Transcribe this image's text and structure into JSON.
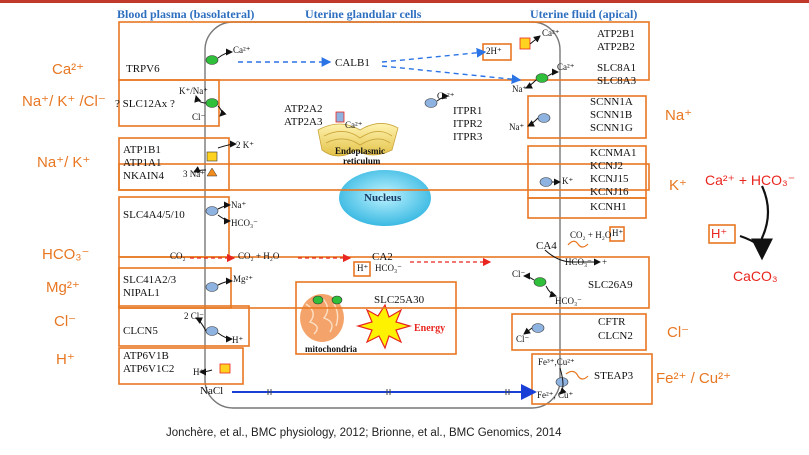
{
  "headers": {
    "basolateral": "Blood plasma (basolateral)",
    "cells": "Uterine glandular cells",
    "apical": "Uterine fluid (apical)"
  },
  "left_ions": [
    "Ca²⁺",
    "Na⁺/ K⁺ /Cl⁻",
    "Na⁺/ K⁺",
    "HCO₃⁻",
    "Mg²⁺",
    "Cl⁻",
    "H⁺"
  ],
  "right_ions": [
    "Na⁺",
    "K⁺",
    "Cl⁻",
    "Fe²⁺ / Cu²⁺"
  ],
  "precipitation": {
    "reactants": "Ca²⁺ + HCO₃⁻",
    "proton": "H⁺",
    "product": "CaCO₃"
  },
  "basolateral_genes": {
    "trpv6": "TRPV6",
    "slc12": "SLC12Ax ?",
    "atp1": [
      "ATP1B1",
      "ATP1A1",
      "NKAIN4"
    ],
    "slc4": "SLC4A4/5/10",
    "mg": [
      "SLC41A2/3",
      "NIPAL1"
    ],
    "clcn5": "CLCN5",
    "atp6": [
      "ATP6V1B",
      "ATP6V1C2"
    ],
    "nacl": "NaCl"
  },
  "internal": {
    "calb1": "CALB1",
    "atp2a": [
      "ATP2A2",
      "ATP2A3"
    ],
    "itpr": [
      "ITPR1",
      "ITPR2",
      "ITPR3"
    ],
    "er": [
      "Endoplasmic",
      "reticulum"
    ],
    "nucleus": "Nucleus",
    "ca2": "CA2",
    "slc25": "SLC25A30",
    "energy": "Energy",
    "mito": "mitochondria"
  },
  "apical_genes": {
    "atp2b": [
      "ATP2B1",
      "ATP2B2"
    ],
    "slc8": [
      "SLC8A1",
      "SLC8A3"
    ],
    "scnn": [
      "SCNN1A",
      "SCNN1B",
      "SCNN1G"
    ],
    "kcn": [
      "KCNMA1",
      "KCNJ2",
      "KCNJ15",
      "KCNJ16",
      "KCNH1"
    ],
    "ca4": "CA4",
    "slc26": "SLC26A9",
    "cftr": [
      "CFTR",
      "CLCN2"
    ],
    "steap": "STEAP3"
  },
  "small_labels": {
    "ca": "Ca²⁺",
    "kna": "K⁺/Na⁺",
    "cl": "Cl⁻",
    "twok": "2 K⁺",
    "threena": "3 Na⁺",
    "na": "Na⁺",
    "hco3": "HCO₃⁻",
    "co2": "CO₂",
    "co2h2o": "CO₂ + H₂O",
    "h": "H⁺",
    "mg": "Mg²⁺",
    "twocl": "2 Cl⁻",
    "k": "K⁺",
    "twoh": "2H⁺",
    "fe3": "Fe³⁺,Cu²⁺",
    "fe2": "Fe²⁺, Cu⁺",
    "plus": "+"
  },
  "citation": "Jonchère, et al., BMC physiology, 2012; Brionne, et al., BMC Genomics, 2014",
  "colors": {
    "orange": "#e87722",
    "blue_header": "#2e6fc0",
    "red": "#e8261f",
    "cell_grey": "#777777",
    "transporter_green": "#2fbf3a",
    "transporter_blue": "#8fb3e0",
    "pump_yellow": "#ffd21f",
    "arrow_blue": "#1a3fd6"
  }
}
